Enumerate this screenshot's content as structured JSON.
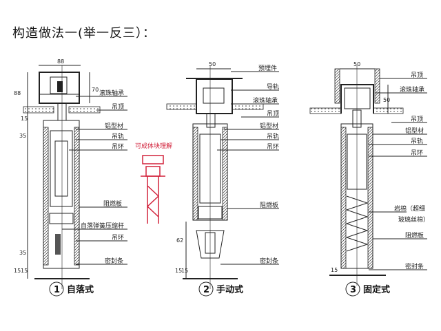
{
  "title": "构造做法一(举一反三）：",
  "annotation": "可成体块理解",
  "details": [
    {
      "number": "1",
      "name": "自落式",
      "labels": [
        "滚珠轴承",
        "吊顶",
        "铝型材",
        "吊轨",
        "吊环",
        "阻燃板",
        "自落弹簧压缩杆",
        "吊环",
        "密封条"
      ],
      "dims": [
        "88",
        "88",
        "70",
        "15",
        "35",
        "35",
        "15",
        "15"
      ]
    },
    {
      "number": "2",
      "name": "手动式",
      "labels": [
        "预埋件",
        "导轨",
        "滚珠轴承",
        "吊顶",
        "铝型材",
        "吊轨",
        "吊环",
        "阻燃板",
        "密封条"
      ],
      "dims": [
        "50",
        "62",
        "15",
        "15"
      ]
    },
    {
      "number": "3",
      "name": "固定式",
      "labels": [
        "吊顶",
        "滚珠轴承",
        "吊顶",
        "铝型材",
        "吊轨",
        "吊环",
        "岩棉（超细",
        "玻璃丝棉）",
        "阻燃板",
        "密封条"
      ],
      "dims": [
        "50",
        "50",
        "15"
      ]
    }
  ]
}
